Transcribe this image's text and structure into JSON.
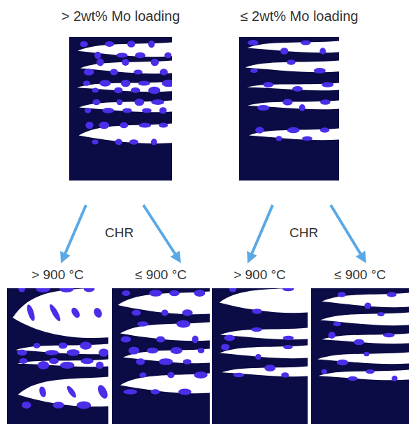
{
  "diagram": {
    "nodes": [
      {
        "text": [
          "> 2wt% Mo loading"
        ]
      },
      {
        "text": [
          "≤ 2wt% Mo loading"
        ]
      },
      {
        "text": [
          "> 900 °C"
        ]
      },
      {
        "text": [
          "≤ 900 °C"
        ]
      },
      {
        "text": [
          "> 900 °C"
        ]
      },
      {
        "text": [
          "≤ 900 °C"
        ]
      }
    ],
    "edges": [
      {
        "from": 0,
        "to": 2,
        "arrow": "to"
      },
      {
        "from": 0,
        "to": 3,
        "arrow": "to"
      },
      {
        "from": 1,
        "to": 4,
        "arrow": "to"
      },
      {
        "from": 1,
        "to": 5,
        "arrow": "to"
      }
    ],
    "labels": [
      "CHR",
      "CHR"
    ]
  }
}
